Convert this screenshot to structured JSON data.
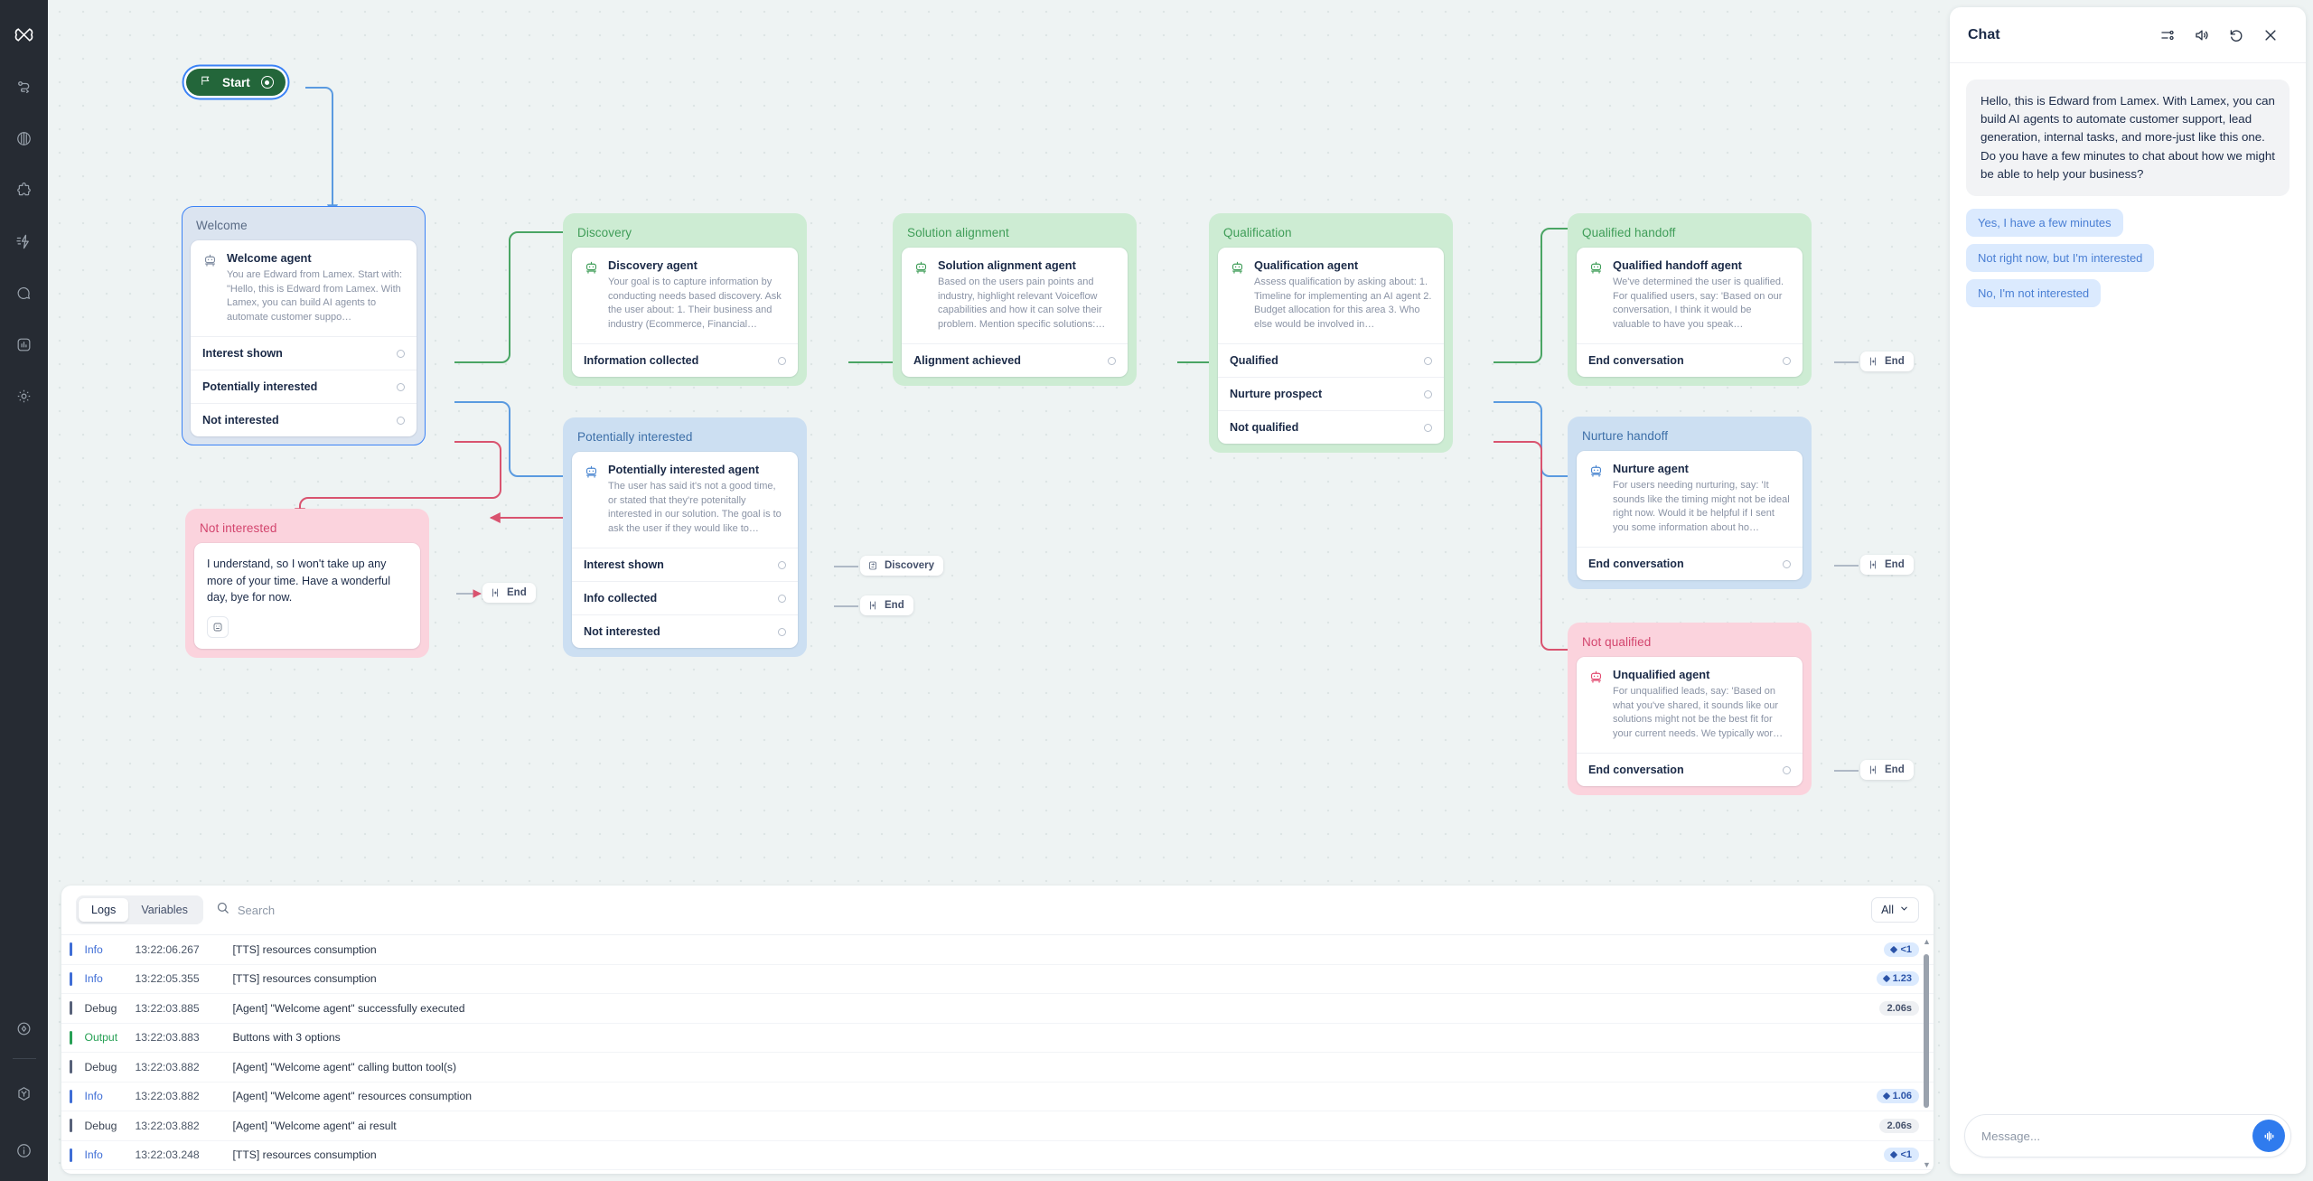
{
  "rail": {
    "items": [
      {
        "name": "app-logo-icon",
        "label": "Lamex"
      },
      {
        "name": "workflow-icon",
        "label": "Workflows"
      },
      {
        "name": "knowledge-brain-icon",
        "label": "Knowledge base"
      },
      {
        "name": "puzzle-integrations-icon",
        "label": "Integrations"
      },
      {
        "name": "automations-bolt-icon",
        "label": "Automations"
      },
      {
        "name": "conversations-icon",
        "label": "Conversations"
      },
      {
        "name": "analytics-chart-icon",
        "label": "Analytics"
      },
      {
        "name": "settings-gear-icon",
        "label": "Settings"
      }
    ],
    "bottom_items": [
      {
        "name": "publish-diamond-icon",
        "label": "Publish"
      },
      {
        "name": "box-package-icon",
        "label": "Packages"
      },
      {
        "name": "help-info-icon",
        "label": "Help"
      }
    ]
  },
  "canvas": {
    "start": {
      "label": "Start"
    },
    "nodes": [
      {
        "id": "welcome",
        "group_title": "Welcome",
        "theme": "blue",
        "agent_title": "Welcome agent",
        "agent_desc": "You are Edward from Lamex. Start with: \"Hello, this is Edward from Lamex. With Lamex, you can build AI agents to automate customer suppo…",
        "ports": [
          "Interest shown",
          "Potentially interested",
          "Not interested"
        ]
      },
      {
        "id": "discovery",
        "group_title": "Discovery",
        "theme": "green",
        "agent_title": "Discovery agent",
        "agent_desc": "Your goal is to capture information by conducting needs based discovery. Ask the user about: 1. Their business and industry (Ecommerce, Financial…",
        "ports": [
          "Information collected"
        ]
      },
      {
        "id": "solution-alignment",
        "group_title": "Solution alignment",
        "theme": "green",
        "agent_title": "Solution alignment agent",
        "agent_desc": "Based on the users pain points and industry, highlight relevant Voiceflow capabilities and how it can solve their problem. Mention specific solutions:…",
        "ports": [
          "Alignment achieved"
        ]
      },
      {
        "id": "qualification",
        "group_title": "Qualification",
        "theme": "green",
        "agent_title": "Qualification agent",
        "agent_desc": "Assess qualification by asking about: 1. Timeline for implementing an AI agent 2. Budget allocation for this area 3. Who else would be involved in…",
        "ports": [
          "Qualified",
          "Nurture prospect",
          "Not qualified"
        ]
      },
      {
        "id": "qualified-handoff",
        "group_title": "Qualified handoff",
        "theme": "green",
        "agent_title": "Qualified handoff agent",
        "agent_desc": "We've determined the user is qualified. For qualified users, say: 'Based on our conversation, I think it would be valuable to have you speak…",
        "ports": [
          "End conversation"
        ]
      },
      {
        "id": "potentially-interested",
        "group_title": "Potentially interested",
        "theme": "lblue",
        "agent_title": "Potentially interested agent",
        "agent_desc": "The user has said it's not a good time, or stated that they're potenitally interested in our solution. The goal is to ask the user if they would like to…",
        "ports": [
          "Interest shown",
          "Info collected",
          "Not interested"
        ]
      },
      {
        "id": "nurture-handoff",
        "group_title": "Nurture handoff",
        "theme": "lblue",
        "agent_title": "Nurture agent",
        "agent_desc": "For users needing nurturing, say: 'It sounds like the timing might not be ideal right now. Would it be helpful if I sent you some information about ho…",
        "ports": [
          "End conversation"
        ]
      },
      {
        "id": "not-qualified",
        "group_title": "Not qualified",
        "theme": "red",
        "agent_title": "Unqualified agent",
        "agent_desc": "For unqualified leads, say: 'Based on what you've shared, it sounds like our solutions might not be the best fit for your current needs. We typically wor…",
        "ports": [
          "End conversation"
        ]
      },
      {
        "id": "not-interested",
        "group_title": "Not interested",
        "theme": "red",
        "message_text": "I understand, so I won't take up any more of your time. Have a wonderful day, bye for now.",
        "ports": []
      }
    ],
    "chips": [
      {
        "id": "chip-not-interested-end",
        "label": "End"
      },
      {
        "id": "chip-potentially-discovery",
        "label": "Discovery"
      },
      {
        "id": "chip-potentially-end",
        "label": "End"
      },
      {
        "id": "chip-qualified-end",
        "label": "End"
      },
      {
        "id": "chip-nurture-end",
        "label": "End"
      },
      {
        "id": "chip-unqualified-end",
        "label": "End"
      }
    ]
  },
  "logs": {
    "tabs": [
      {
        "label": "Logs",
        "active": true
      },
      {
        "label": "Variables",
        "active": false
      }
    ],
    "search_placeholder": "Search",
    "search_value": "",
    "filter_label": "All",
    "rows": [
      {
        "level": "Info",
        "time": "13:22:06.267",
        "message": "[TTS] resources consumption",
        "badge": "<1",
        "badge_type": "tok"
      },
      {
        "level": "Info",
        "time": "13:22:05.355",
        "message": "[TTS] resources consumption",
        "badge": "1.23",
        "badge_type": "tok"
      },
      {
        "level": "Debug",
        "time": "13:22:03.885",
        "message": "[Agent] \"Welcome agent\" successfully executed",
        "badge": "2.06s",
        "badge_type": "dur"
      },
      {
        "level": "Output",
        "time": "13:22:03.883",
        "message": "Buttons with 3 options",
        "badge": "",
        "badge_type": ""
      },
      {
        "level": "Debug",
        "time": "13:22:03.882",
        "message": "[Agent] \"Welcome agent\" calling button tool(s)",
        "badge": "",
        "badge_type": ""
      },
      {
        "level": "Info",
        "time": "13:22:03.882",
        "message": "[Agent] \"Welcome agent\" resources consumption",
        "badge": "1.06",
        "badge_type": "tok"
      },
      {
        "level": "Debug",
        "time": "13:22:03.882",
        "message": "[Agent] \"Welcome agent\" ai result",
        "badge": "2.06s",
        "badge_type": "dur"
      },
      {
        "level": "Info",
        "time": "13:22:03.248",
        "message": "[TTS] resources consumption",
        "badge": "<1",
        "badge_type": "tok"
      }
    ]
  },
  "chat": {
    "title": "Chat",
    "header_icons": [
      "settings-sliders-icon",
      "speaker-volume-icon",
      "restart-undo-icon",
      "close-icon"
    ],
    "messages": [
      {
        "role": "assistant",
        "text": "Hello, this is Edward from Lamex. With Lamex, you can build AI agents to automate customer support, lead generation, internal tasks, and more-just like this one. Do you have a few minutes to chat about how we might be able to help your business?"
      }
    ],
    "choices": [
      "Yes, I have a few minutes",
      "Not right now, but I'm interested",
      "No, I'm not interested"
    ],
    "composer_placeholder": "Message...",
    "composer_value": "",
    "mic_icon": "voice-waveform-icon"
  },
  "colors": {
    "rail_bg": "#262b33",
    "canvas_bg": "#eef3f3",
    "start_green": "#23663a",
    "accent_blue": "#3b82f6",
    "edge_green": "#4aa564",
    "edge_blue": "#5a9ae0",
    "edge_red": "#d9536f",
    "mic_blue": "#2f7bee"
  }
}
